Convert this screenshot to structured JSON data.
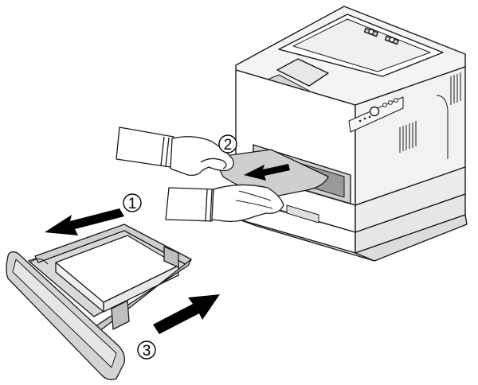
{
  "figure": {
    "steps": [
      {
        "number": "1",
        "action": "pull-out-tray"
      },
      {
        "number": "2",
        "action": "remove-jammed-paper"
      },
      {
        "number": "3",
        "action": "reinsert-tray"
      }
    ],
    "colors": {
      "line": "#1a1a1a",
      "printer_body": "#ffffff",
      "printer_shade": "#e6e6e6",
      "tray_plastic": "#d9d9d9",
      "paper": "#ffffff",
      "jammed_paper": "#cfcfcf",
      "arrow": "#000000"
    }
  }
}
